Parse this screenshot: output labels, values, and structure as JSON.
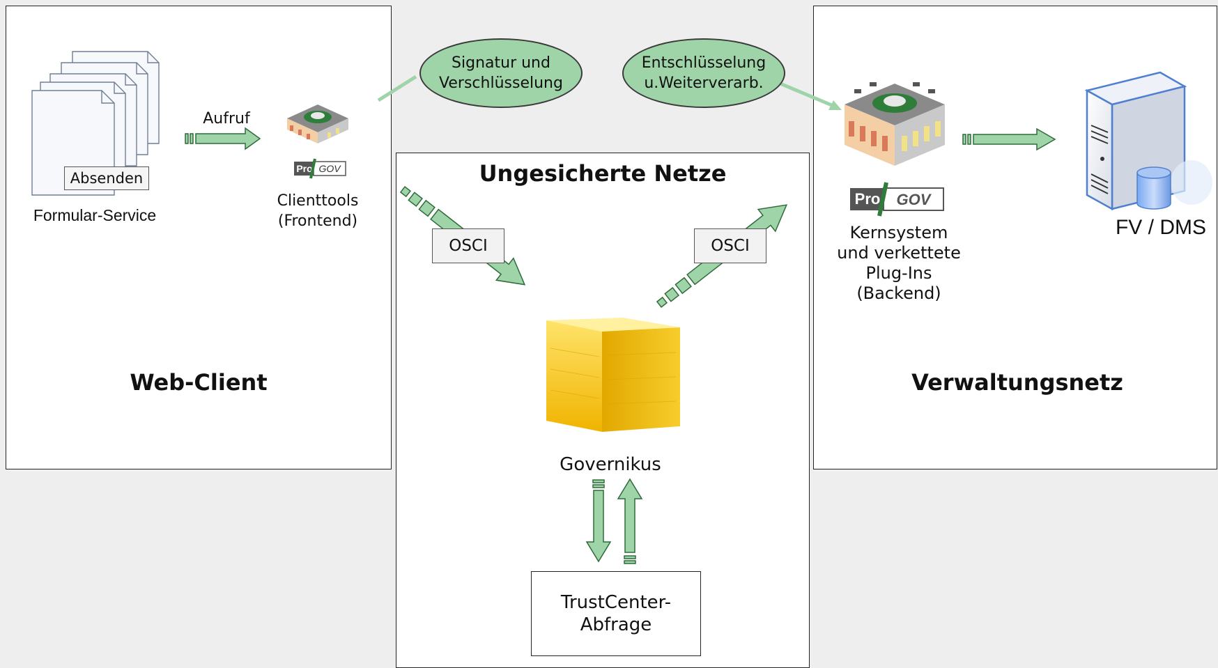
{
  "colors": {
    "arrow_fill": "#9fd4a9",
    "arrow_stroke": "#2f6b3a",
    "ellipse_fill": "#9fd4a9",
    "panel_bg": "#ffffff",
    "page_bg": "#eeeeee",
    "cube_yellow": "#f5c61a",
    "server_blue": "#4f7fd0"
  },
  "web_client": {
    "title": "Web-Client",
    "absenden": "Absenden",
    "formular_service": "Formular-Service",
    "aufruf": "Aufruf",
    "clienttools_line1": "Clienttools",
    "clienttools_line2": "(Frontend)"
  },
  "signatur": {
    "line1": "Signatur und",
    "line2": "Verschlüsselung"
  },
  "entschluesselung": {
    "line1": "Entschlüsselung",
    "line2": "u.Weiterverarb."
  },
  "ungesichert": {
    "title": "Ungesicherte Netze",
    "osci_left": "OSCI",
    "osci_right": "OSCI",
    "governikus": "Governikus",
    "trustcenter_line1": "TrustCenter-",
    "trustcenter_line2": "Abfrage"
  },
  "verwaltungsnetz": {
    "title": "Verwaltungsnetz",
    "kern_line1": "Kernsystem",
    "kern_line2": "und verkettete",
    "kern_line3": "Plug-Ins",
    "kern_line4": "(Backend)",
    "fv_dms": "FV / DMS"
  },
  "logo": {
    "text_pro": "Pro",
    "text_gov": "GOV"
  }
}
